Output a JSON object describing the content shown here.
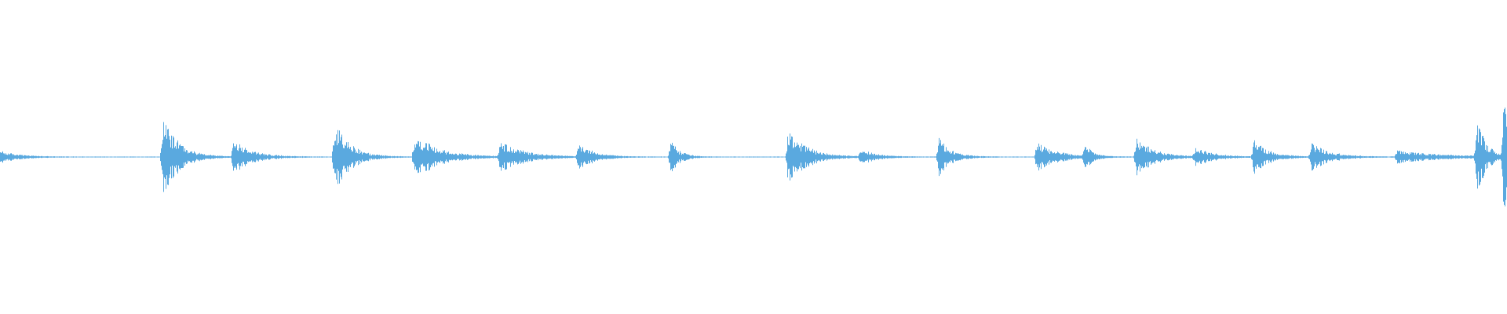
{
  "waveform": {
    "color": "#5aa9df",
    "bursts": [
      {
        "time": 0.0,
        "amplitude": 0.08,
        "decay": 0.012
      },
      {
        "time": 0.108,
        "amplitude": 0.55,
        "decay": 0.01
      },
      {
        "time": 0.155,
        "amplitude": 0.22,
        "decay": 0.012
      },
      {
        "time": 0.222,
        "amplitude": 0.48,
        "decay": 0.01
      },
      {
        "time": 0.275,
        "amplitude": 0.3,
        "decay": 0.016
      },
      {
        "time": 0.332,
        "amplitude": 0.2,
        "decay": 0.016
      },
      {
        "time": 0.384,
        "amplitude": 0.18,
        "decay": 0.01
      },
      {
        "time": 0.445,
        "amplitude": 0.22,
        "decay": 0.006
      },
      {
        "time": 0.523,
        "amplitude": 0.38,
        "decay": 0.012
      },
      {
        "time": 0.571,
        "amplitude": 0.1,
        "decay": 0.01
      },
      {
        "time": 0.623,
        "amplitude": 0.25,
        "decay": 0.008
      },
      {
        "time": 0.688,
        "amplitude": 0.18,
        "decay": 0.014
      },
      {
        "time": 0.72,
        "amplitude": 0.2,
        "decay": 0.004
      },
      {
        "time": 0.754,
        "amplitude": 0.25,
        "decay": 0.012
      },
      {
        "time": 0.793,
        "amplitude": 0.12,
        "decay": 0.012
      },
      {
        "time": 0.832,
        "amplitude": 0.22,
        "decay": 0.01
      },
      {
        "time": 0.87,
        "amplitude": 0.18,
        "decay": 0.012
      },
      {
        "time": 0.927,
        "amplitude": 0.08,
        "decay": 0.03
      },
      {
        "time": 0.98,
        "amplitude": 0.5,
        "decay": 0.006
      },
      {
        "time": 0.998,
        "amplitude": 0.9,
        "decay": 0.004
      }
    ],
    "noise_floor": 0.004
  }
}
